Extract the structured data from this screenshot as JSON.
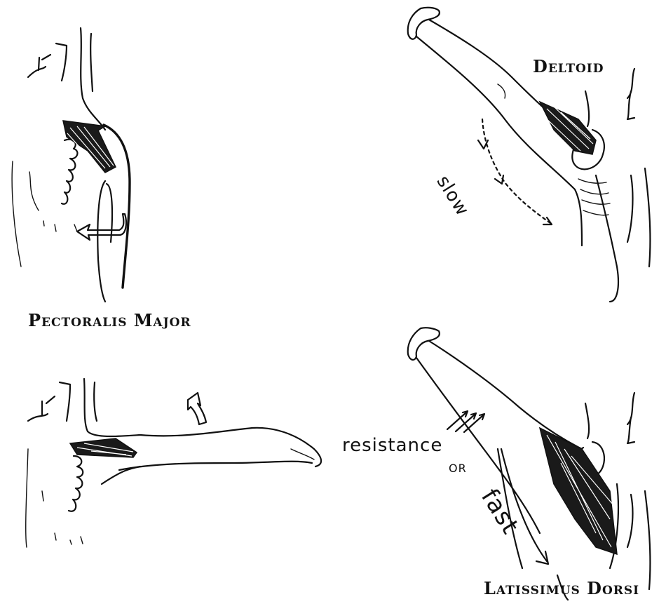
{
  "labels": {
    "deltoid": "Deltoid",
    "pectoralis_major": "Pectoralis Major",
    "latissimus_dorsi": "Latissimus Dorsi",
    "slow": "slow",
    "resistance": "resistance",
    "or": "OR",
    "fast": "fast"
  }
}
